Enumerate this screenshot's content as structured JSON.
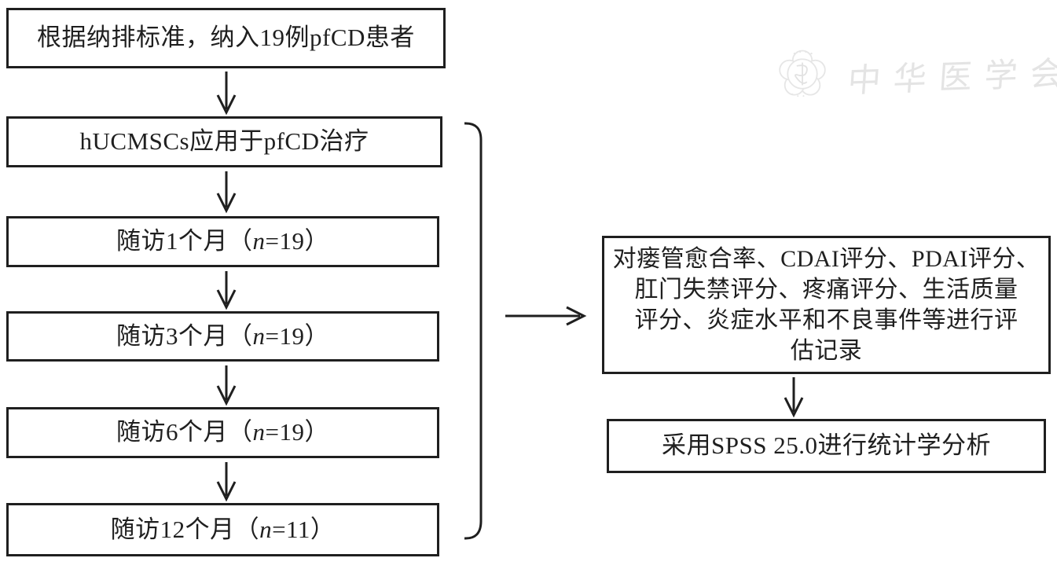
{
  "figure": {
    "left_flow": {
      "boxes": [
        {
          "pre": "根据纳排标准，纳入19例pfCD患者",
          "var": "",
          "post": ""
        },
        {
          "pre": "hUCMSCs应用于pfCD治疗",
          "var": "",
          "post": ""
        },
        {
          "pre": "随访1个月（",
          "var": "n",
          "post": "=19）"
        },
        {
          "pre": "随访3个月（",
          "var": "n",
          "post": "=19）"
        },
        {
          "pre": "随访6个月（",
          "var": "n",
          "post": "=19）"
        },
        {
          "pre": "随访12个月（",
          "var": "n",
          "post": "=11）"
        }
      ]
    },
    "right_flow": {
      "assessment": {
        "lines": [
          "对瘘管愈合率、CDAI评分、PDAI评分、",
          "肛门失禁评分、疼痛评分、生活质量",
          "评分、炎症水平和不良事件等进行评",
          "估记录"
        ]
      },
      "analysis": {
        "text": "采用SPSS 25.0进行统计学分析"
      }
    }
  },
  "watermark": {
    "text": "中华医学会",
    "logo": "chinese-medical-association-emblem",
    "color": "#e4e4e4"
  },
  "colors": {
    "line": "#1f1f1f",
    "text": "#1f1f1f",
    "background": "#ffffff"
  }
}
